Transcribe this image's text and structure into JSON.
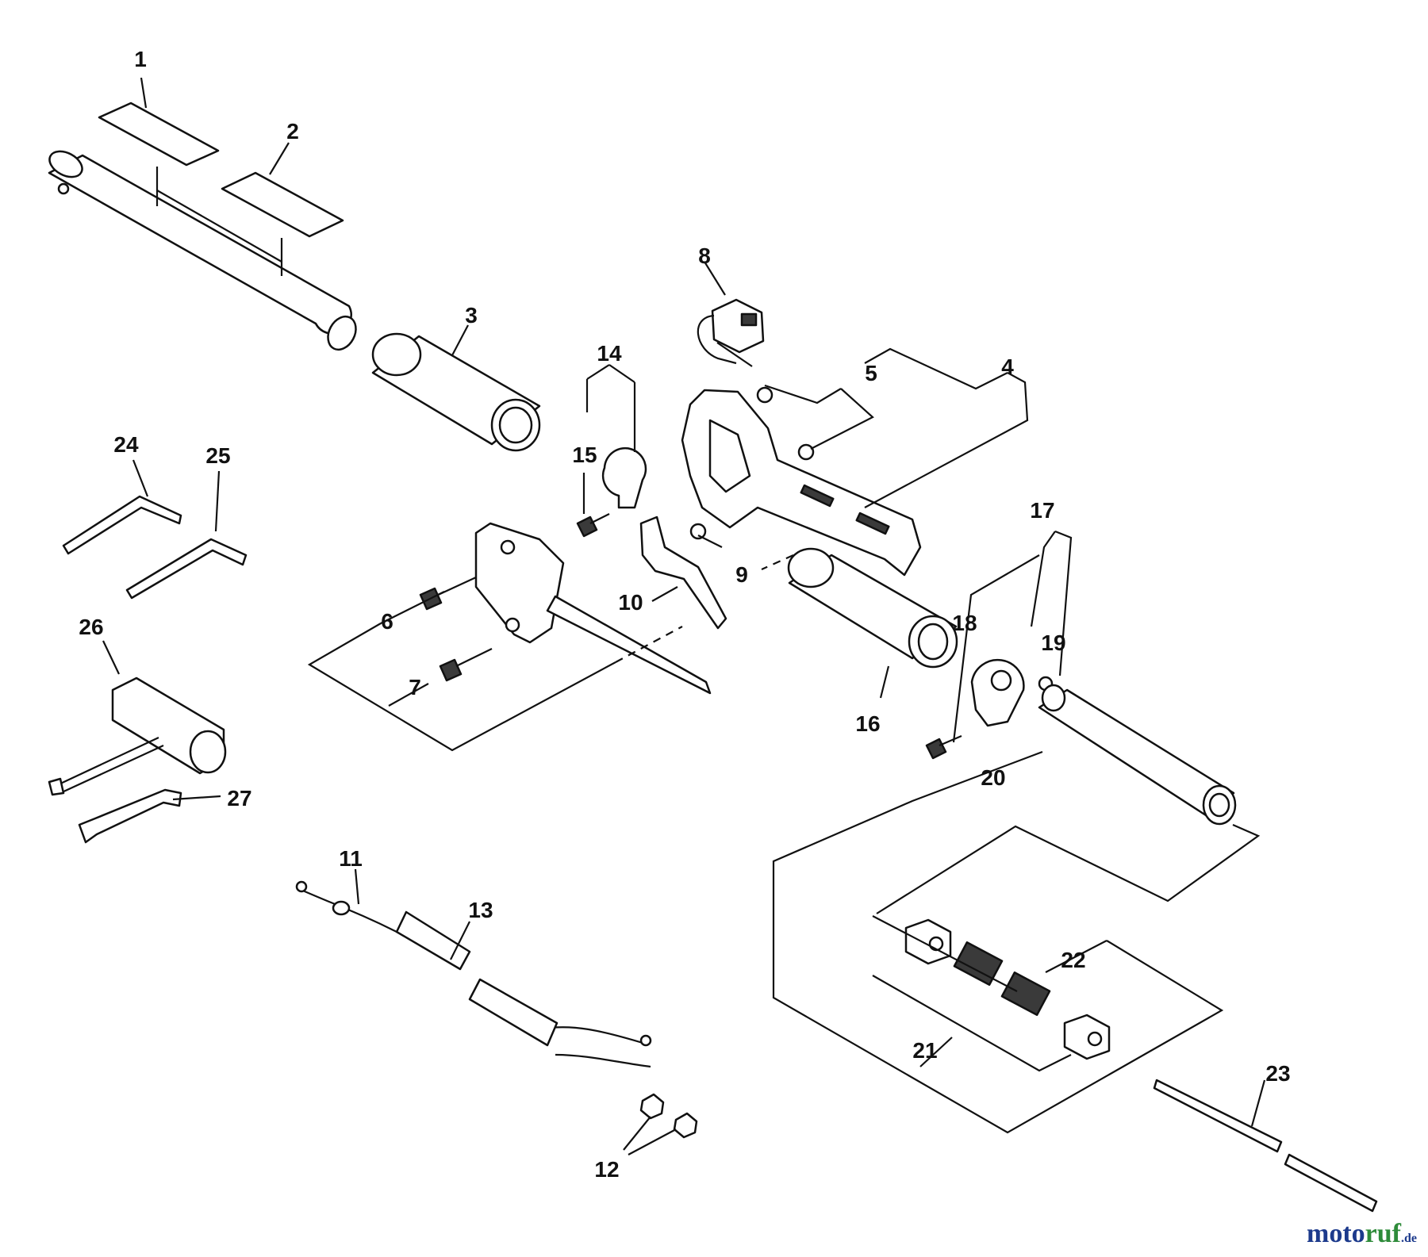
{
  "callouts": [
    "1",
    "2",
    "3",
    "4",
    "5",
    "6",
    "7",
    "8",
    "9",
    "10",
    "11",
    "12",
    "13",
    "14",
    "15",
    "16",
    "17",
    "18",
    "19",
    "20",
    "21",
    "22",
    "23",
    "24",
    "25",
    "26",
    "27"
  ],
  "watermark": {
    "part1": "moto",
    "part2": "ruf",
    "part3": ".de"
  },
  "colors": {
    "ink": "#111111",
    "watermark_blue": "#1c3a8c",
    "watermark_green": "#2e8b3a"
  }
}
